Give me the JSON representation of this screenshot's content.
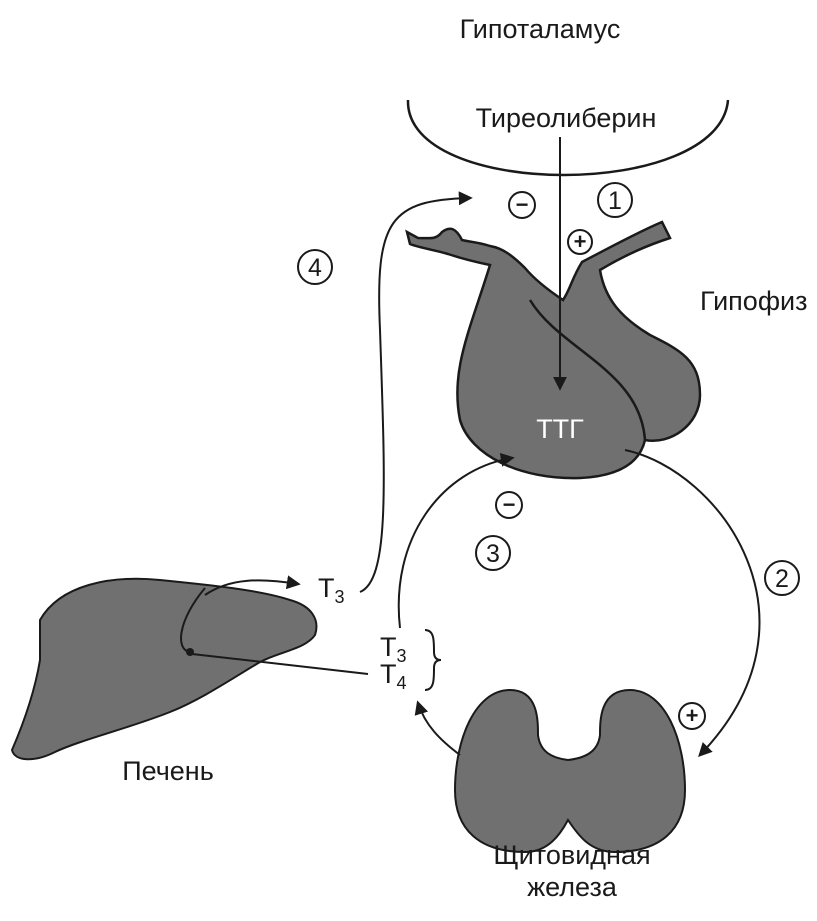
{
  "labels": {
    "hypothalamus": "Гипоталамус",
    "thyroliberin": "Тиреолиберин",
    "pituitary": "Гипофиз",
    "ttg": "ТТГ",
    "liver": "Печень",
    "thyroid_line1": "Щитовидная",
    "thyroid_line2": "железа"
  },
  "hormones": {
    "liver_t3": {
      "base": "T",
      "sub": "3"
    },
    "thyroid_t3": {
      "base": "T",
      "sub": "3"
    },
    "thyroid_t4": {
      "base": "T",
      "sub": "4"
    }
  },
  "steps": [
    "1",
    "2",
    "3",
    "4"
  ],
  "signs": {
    "minus": "−",
    "plus": "+"
  },
  "colors": {
    "organ_fill": "#707070",
    "stroke": "#1a1a1a",
    "background": "#ffffff"
  }
}
